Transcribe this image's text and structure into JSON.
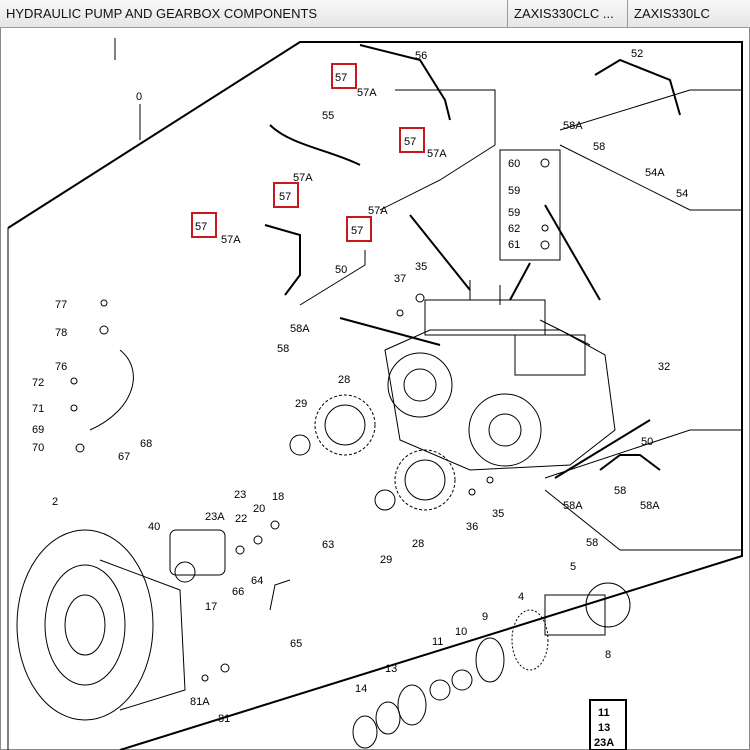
{
  "header": {
    "title": "HYDRAULIC PUMP AND GEARBOX COMPONENTS",
    "model_1": "ZAXIS330CLC ...",
    "model_2": "ZAXIS330LC"
  },
  "diagram": {
    "highlight_color": "#c8181e",
    "labels": {
      "l0": "0",
      "l2": "2",
      "l4": "4",
      "l5": "5",
      "l8": "8",
      "l9": "9",
      "l10": "10",
      "l11": "11",
      "l13": "13",
      "l14": "14",
      "l17": "17",
      "l18": "18",
      "l20": "20",
      "l22": "22",
      "l23": "23",
      "l23a": "23A",
      "l28a": "28",
      "l28b": "28",
      "l29a": "29",
      "l29b": "29",
      "l32": "32",
      "l35a": "35",
      "l35b": "35",
      "l36": "36",
      "l37": "37",
      "l40": "40",
      "l50a": "50",
      "l50b": "50",
      "l52": "52",
      "l54": "54",
      "l54a": "54A",
      "l55": "55",
      "l56": "56",
      "l57a": "57",
      "l57b": "57",
      "l57c": "57",
      "l57d": "57",
      "l57e": "57",
      "l57aa": "57A",
      "l57ab": "57A",
      "l57ac": "57A",
      "l57ad": "57A",
      "l57ae": "57A",
      "l58a": "58",
      "l58b": "58",
      "l58c": "58",
      "l58d": "58",
      "l58aa": "58A",
      "l58ab": "58A",
      "l58ac": "58A",
      "l58ad": "58A",
      "l59a": "59",
      "l59b": "59",
      "l60": "60",
      "l61": "61",
      "l62": "62",
      "l63": "63",
      "l64": "64",
      "l65": "65",
      "l66": "66",
      "l67": "67",
      "l68": "68",
      "l69": "69",
      "l70": "70",
      "l71": "71",
      "l72": "72",
      "l76": "76",
      "l77": "77",
      "l78": "78",
      "l81": "81",
      "l81a": "81A",
      "box1": "11",
      "box2": "13",
      "box3": "23A"
    }
  }
}
